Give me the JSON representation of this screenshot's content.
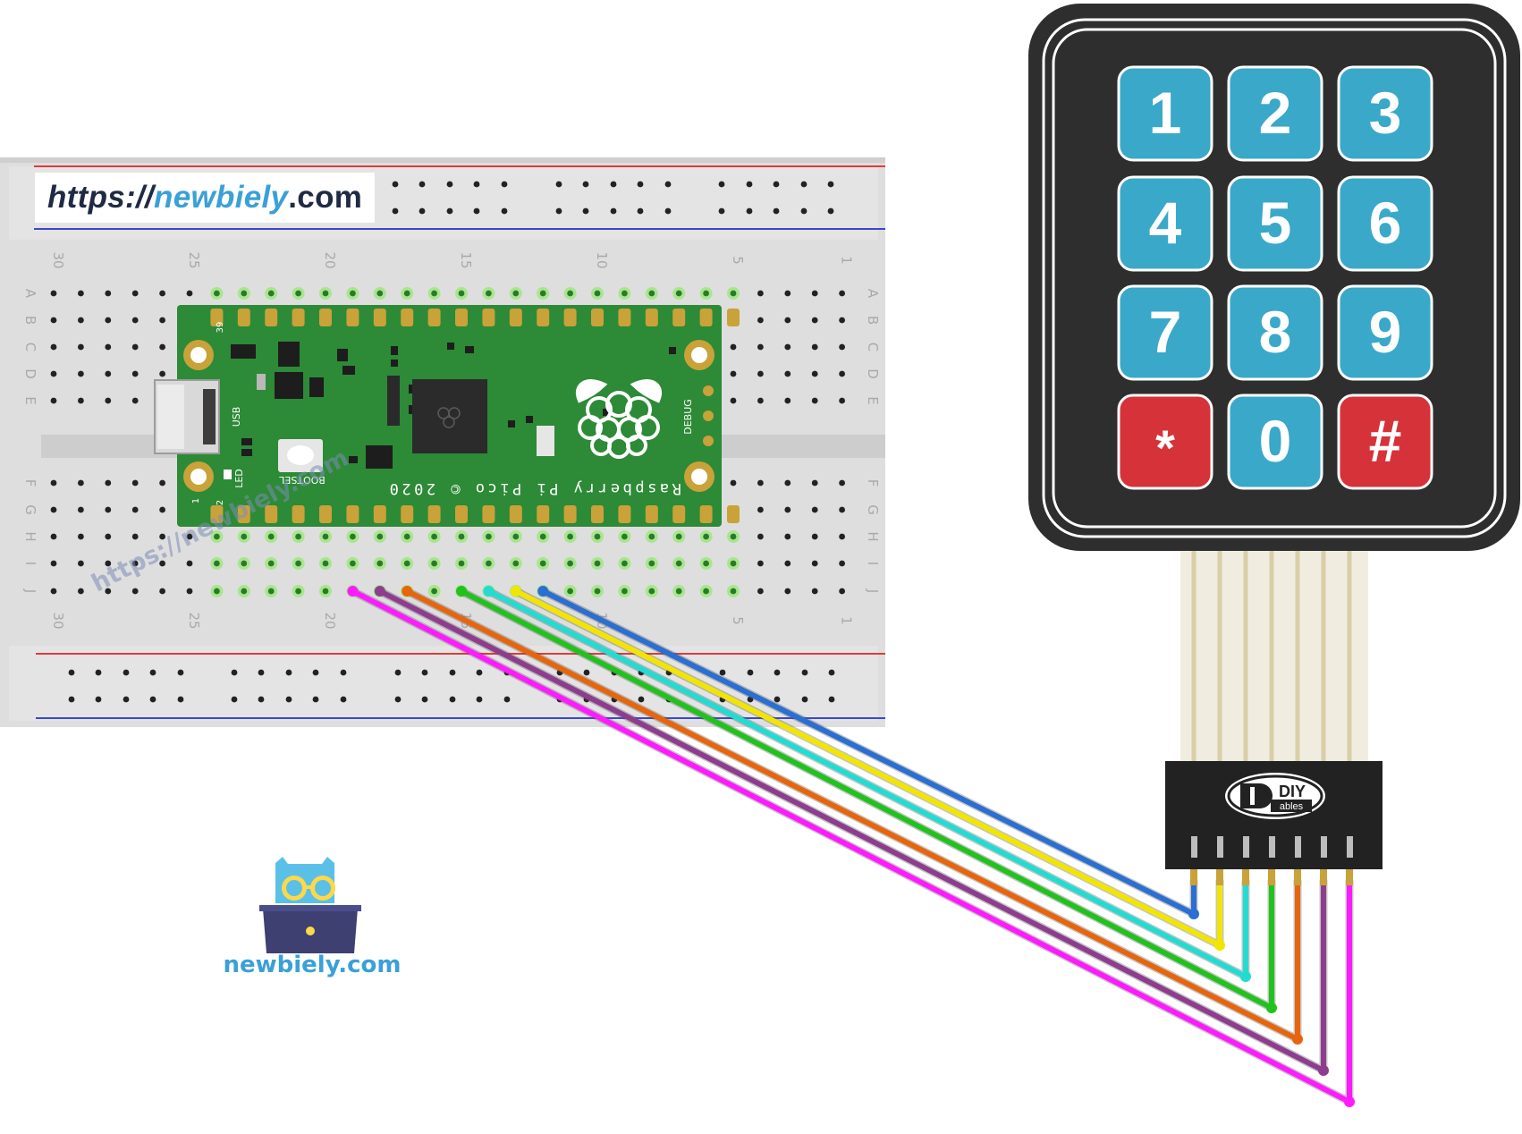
{
  "watermark": {
    "url_prefix": "https://",
    "url_name": "newbiely",
    "url_suffix": ".com"
  },
  "breadboard": {
    "column_numbers": [
      "30",
      "25",
      "20",
      "15",
      "10",
      "5",
      "1"
    ],
    "row_letters_top": [
      "A",
      "B",
      "C",
      "D",
      "E"
    ],
    "row_letters_bottom": [
      "F",
      "G",
      "H",
      "I",
      "J"
    ]
  },
  "pico": {
    "silkscreen": "Raspberry Pi Pico © 2020",
    "bootsel_label": "BOOTSEL",
    "usb_label": "USB",
    "led_label": "LED",
    "debug_label": "DEBUG",
    "pin1_label": "1",
    "pin2_label": "2",
    "pin39_label": "39",
    "watermark": "https://newbiely.com"
  },
  "keypad": {
    "keys": [
      "1",
      "2",
      "3",
      "4",
      "5",
      "6",
      "7",
      "8",
      "9",
      "*",
      "0",
      "#"
    ],
    "logo_top": "DIY",
    "logo_bottom": "ables"
  },
  "wires": [
    "blue",
    "yellow",
    "cyan",
    "green",
    "orange",
    "purple",
    "magenta"
  ],
  "colors": {
    "wire_blue": "#2a6fd1",
    "wire_yellow": "#f2e600",
    "wire_cyan": "#22dcd2",
    "wire_green": "#22c21e",
    "wire_orange": "#e7650c",
    "wire_purple": "#8e3d8e",
    "wire_magenta": "#ff1aff",
    "key_blue": "#3aa8c8",
    "key_red": "#d6323a",
    "keypad_body": "#2e2e2e",
    "pico_green": "#2d8a36",
    "brand_blue": "#3aa0d8"
  },
  "brand": {
    "name": "newbiely.com"
  }
}
